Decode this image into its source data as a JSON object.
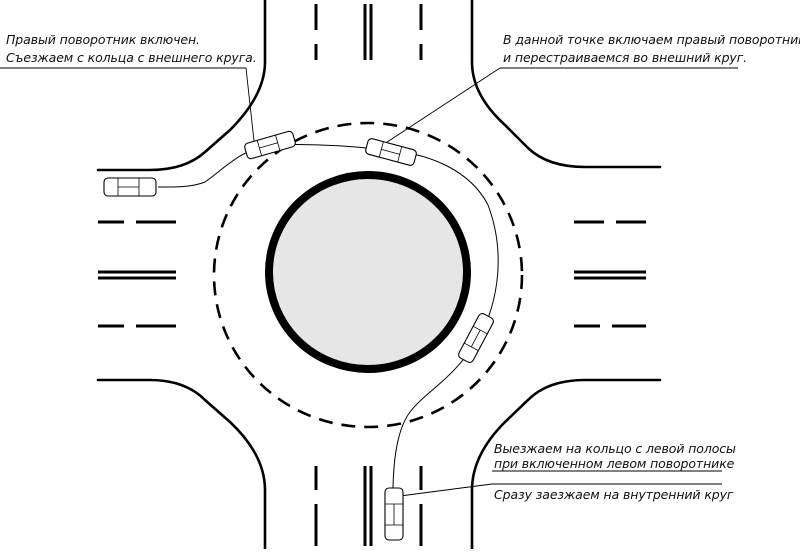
{
  "annotations": {
    "top_left_line1": "Правый поворотник включен.",
    "top_left_line2": "Съезжаем с кольца с внешнего круга.",
    "top_right_line1": "В данной точке включаем правый поворотник",
    "top_right_line2": "и перестраиваемся во внешний круг.",
    "bottom_right_line1": "Выезжаем на кольцо с левой полосы",
    "bottom_right_line2": "при включенном левом поворотнике",
    "bottom_right_line3": "Сразу заезжаем на внутренний круг"
  }
}
